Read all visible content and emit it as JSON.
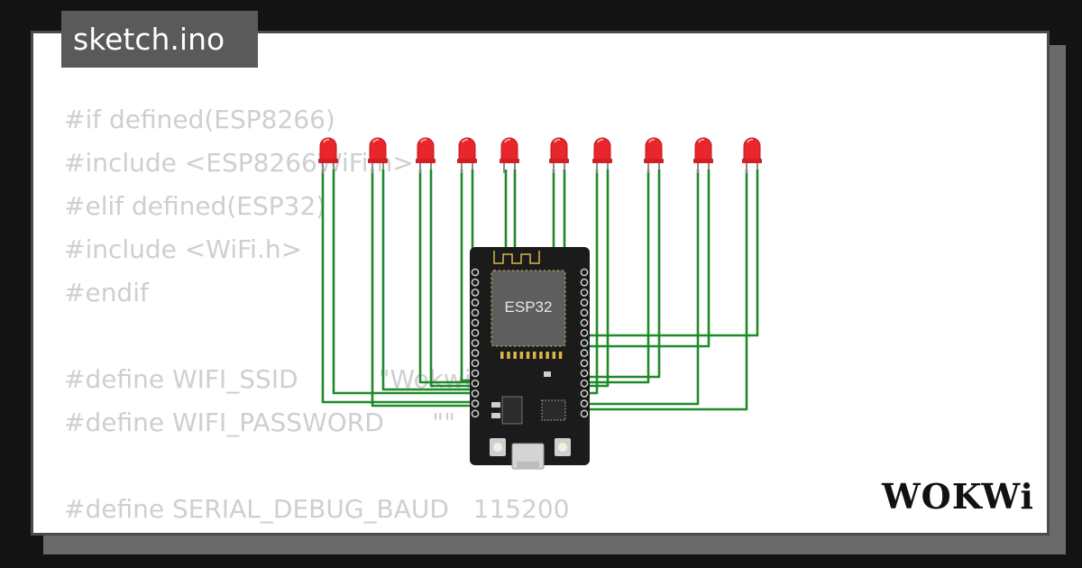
{
  "file_tab": {
    "label": "sketch.ino"
  },
  "code_lines": [
    "#if defined(ESP8266)",
    "#include <ESP8266WiFi.h>",
    "#elif defined(ESP32)",
    "#include <WiFi.h>",
    "#endif",
    "",
    "#define WIFI_SSID          \"Wokwi-GUEST\"",
    "#define WIFI_PASSWORD      \"\"",
    "",
    "#define SERIAL_DEBUG_BAUD   115200"
  ],
  "board": {
    "label": "ESP32"
  },
  "led_count": 10,
  "colors": {
    "led": "#e8262b",
    "wire": "#1f8a2a",
    "board": "#1b1b1b",
    "code_text": "#cfcfcf",
    "tab_bg": "#5a5a5a"
  },
  "brand": {
    "logo": "WOKWi"
  }
}
